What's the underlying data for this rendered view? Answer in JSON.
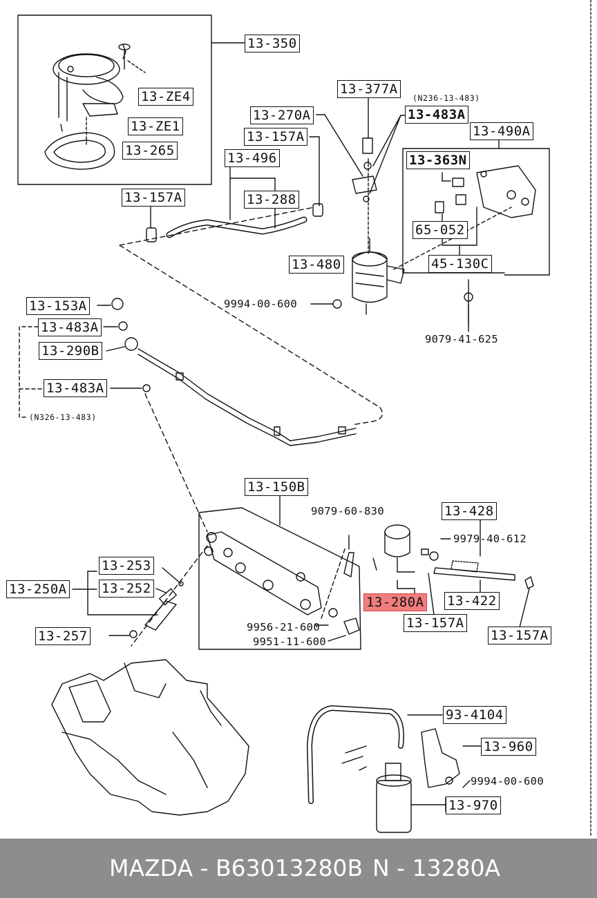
{
  "labels": {
    "p13_350": "13-350",
    "p13_ze4": "13-ZE4",
    "p13_ze1": "13-ZE1",
    "p13_265": "13-265",
    "p13_377a": "13-377A",
    "n236": "(N236-13-483)",
    "p13_483a_top": "13-483A",
    "p13_270a": "13-270A",
    "p13_157a_top": "13-157A",
    "p13_490a": "13-490A",
    "p13_496": "13-496",
    "p13_288": "13-288",
    "p13_363n": "13-363N",
    "p13_157a_left": "13-157A",
    "p65_052": "65-052",
    "p45_130c": "45-130C",
    "p13_480": "13-480",
    "p9994_mid": "9994-00-600",
    "p9079_625": "9079-41-625",
    "p13_153a": "13-153A",
    "p13_483a_1": "13-483A",
    "p13_290b": "13-290B",
    "p13_483a_2": "13-483A",
    "n326": "(N326-13-483)",
    "p13_150b": "13-150B",
    "p9079_830": "9079-60-830",
    "p13_428": "13-428",
    "p9979_612": "9979-40-612",
    "p13_253": "13-253",
    "p13_250a": "13-250A",
    "p13_252": "13-252",
    "p13_280a": "13-280A",
    "p13_422": "13-422",
    "p13_257": "13-257",
    "p9956": "9956-21-600",
    "p13_157a_b1": "13-157A",
    "p13_157a_b2": "13-157A",
    "p9951": "9951-11-600",
    "p93_4104": "93-4104",
    "p13_960": "13-960",
    "p9994_bot": "9994-00-600",
    "p13_970": "13-970"
  },
  "footer": {
    "brand_part": "MAZDA - B63013280B",
    "oem_number": "N - 13280A"
  },
  "colors": {
    "highlight": "#f27d7d",
    "footer_bg": "#8d8d8d",
    "line": "#111111"
  }
}
